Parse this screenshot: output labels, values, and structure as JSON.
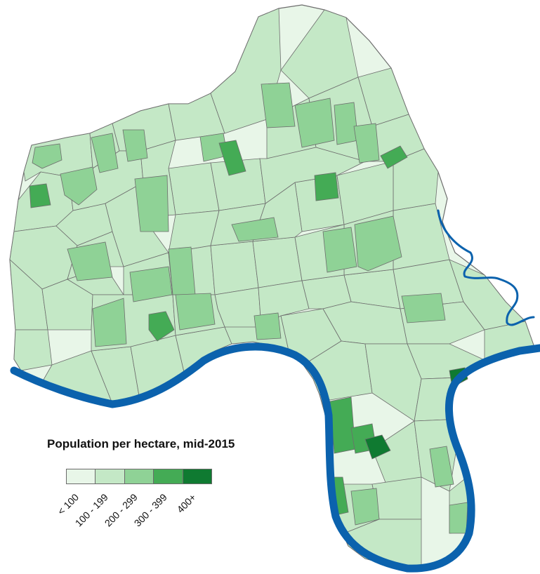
{
  "legend": {
    "title": "Population per hectare, mid-2015",
    "classes": [
      {
        "label": "< 100",
        "color": "#e8f6e8"
      },
      {
        "label": "100 - 199",
        "color": "#c4e8c6"
      },
      {
        "label": "200 - 299",
        "color": "#8fd296"
      },
      {
        "label": "300 - 399",
        "color": "#44ab55"
      },
      {
        "label": "400+",
        "color": "#0f7a31"
      }
    ]
  },
  "colors": {
    "river": "#0b62ad",
    "boundary": "#6d6d6d",
    "background": "#ffffff"
  }
}
